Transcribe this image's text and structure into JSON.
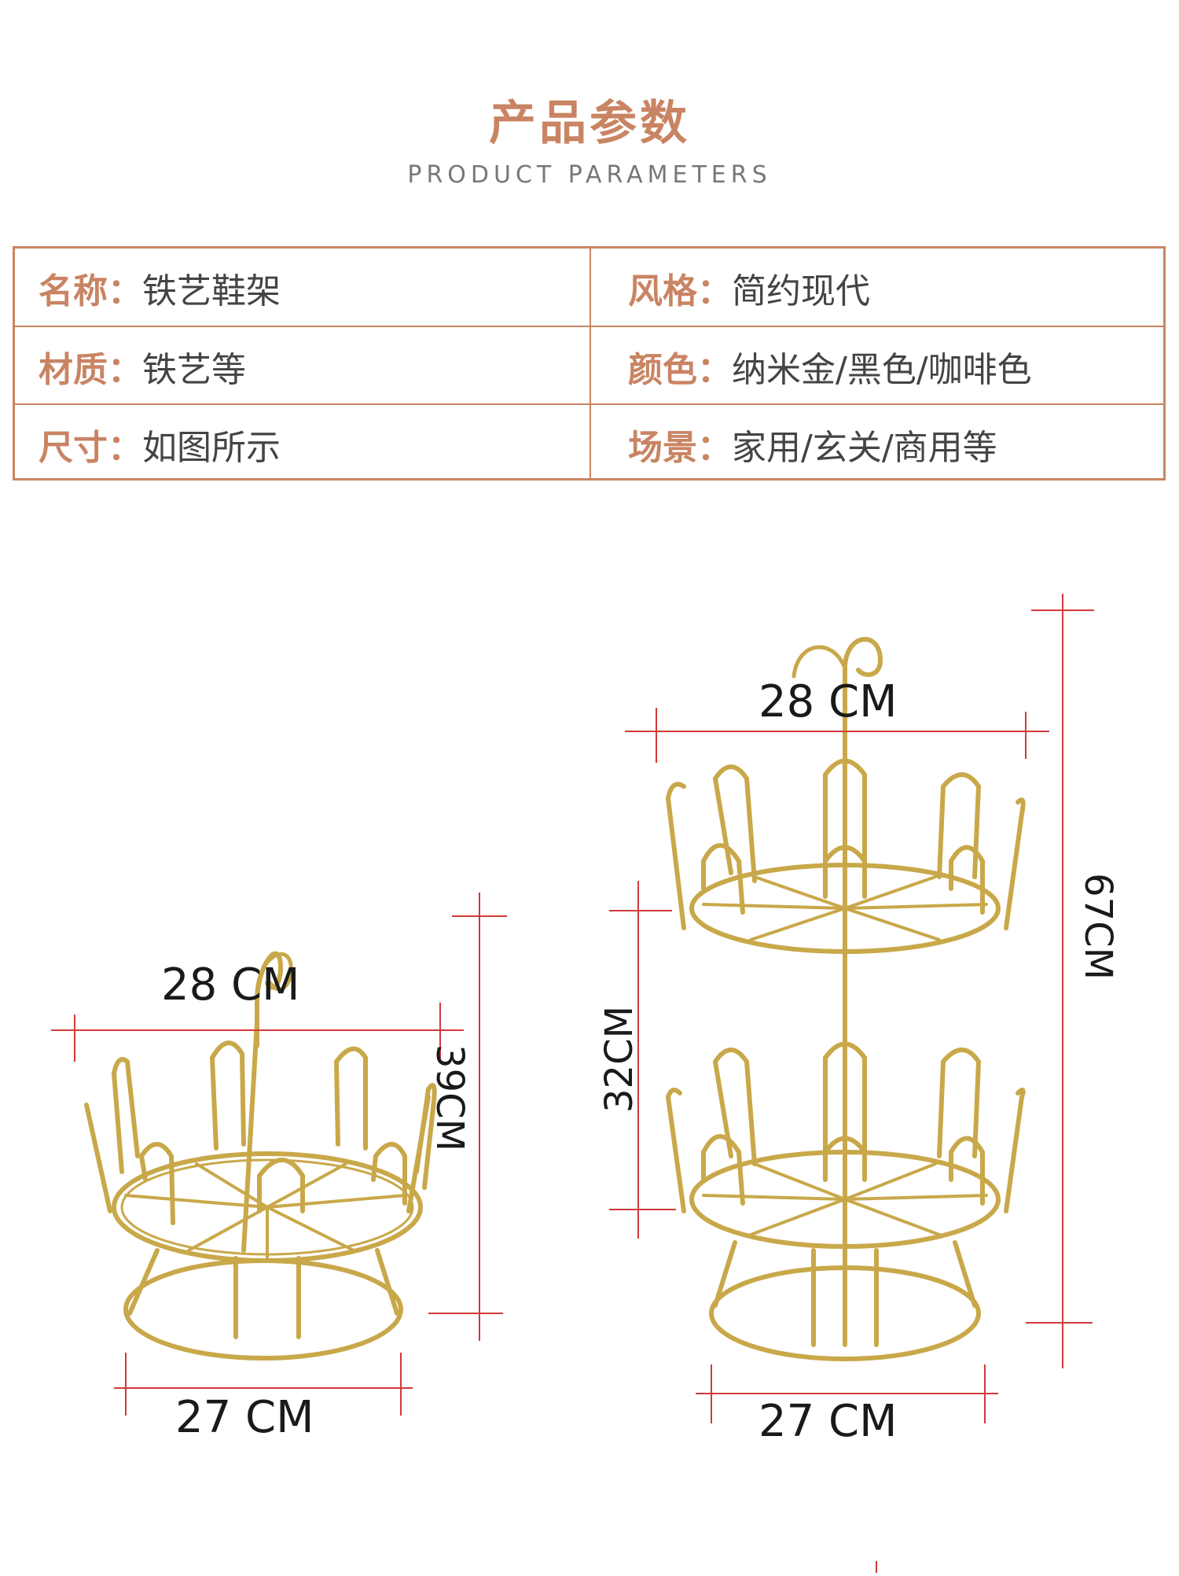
{
  "header": {
    "title_cn": "产品参数",
    "title_en": "PRODUCT PARAMETERS"
  },
  "params": {
    "rows": [
      {
        "left_key": "名称：",
        "left_val": "铁艺鞋架",
        "right_key": "风格：",
        "right_val": "简约现代"
      },
      {
        "left_key": "材质：",
        "left_val": "铁艺等",
        "right_key": "颜色：",
        "right_val": "纳米金/黑色/咖啡色"
      },
      {
        "left_key": "尺寸：",
        "left_val": "如图所示",
        "right_key": "场景：",
        "right_val": "家用/玄关/商用等"
      }
    ]
  },
  "dimensions": {
    "small": {
      "top_width": "28 CM",
      "height": "39CM",
      "base_width": "27 CM"
    },
    "large": {
      "top_width": "28 CM",
      "tier_gap": "32CM",
      "height": "67CM",
      "base_width": "27 CM"
    }
  },
  "colors": {
    "accent": "#c98463",
    "gold": "#c9a84a",
    "dim_line": "#d23a3a"
  }
}
